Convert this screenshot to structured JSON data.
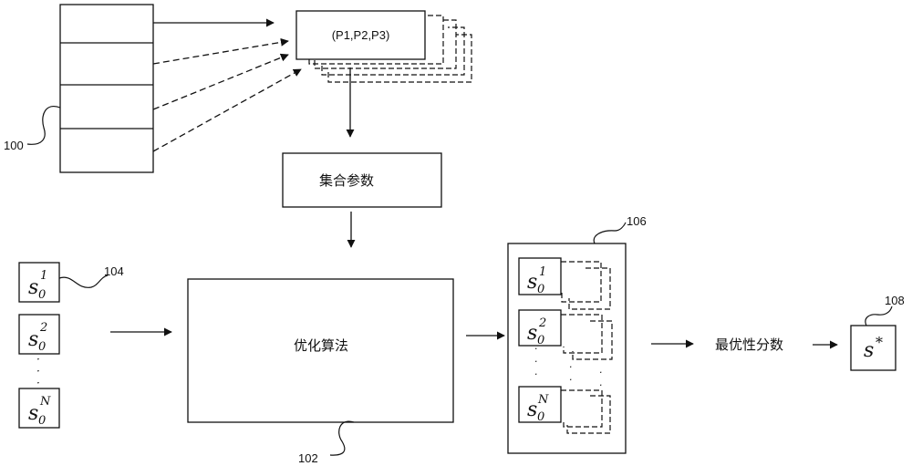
{
  "param_label": "(P1,P2,P3)",
  "set_params": "集合参数",
  "optimizer": "优化算法",
  "best_score": "最优性分数",
  "ref_table": "100",
  "ref_optimizer": "102",
  "ref_initial": "104",
  "ref_results": "106",
  "ref_final": "108",
  "state_symbol": "s",
  "state_sub": "0",
  "result_sub": "0",
  "indices": [
    "1",
    "2",
    "N"
  ],
  "final_symbol": "s",
  "final_sup": "*",
  "ellipsis_dot": "·"
}
